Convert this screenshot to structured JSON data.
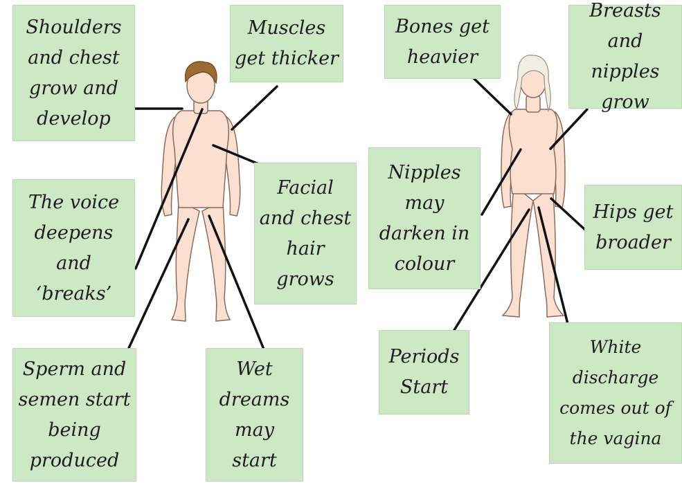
{
  "colors": {
    "label_fill": "#cde8c4",
    "label_border": "#b9d9ae",
    "skin": "#fbe0d2",
    "skin_outline": "#8a6a5a",
    "hair_boy": "#9c6b34",
    "hair_girl": "#f3eee4",
    "connector": "#111111"
  },
  "boy": {
    "shoulders": "Shoulders and chest grow and develop",
    "muscles": "Muscles get thicker",
    "voice": "The voice deepens and ‘breaks’",
    "facial": "Facial and chest hair grows",
    "sperm": "Sperm and semen start being produced",
    "wet_dreams": "Wet dreams may start"
  },
  "girl": {
    "bones": "Bones get heavier",
    "breasts": "Breasts and nipples grow",
    "nipples": "Nipples may darken in colour",
    "hips": "Hips get broader",
    "periods": "Periods Start",
    "discharge": "White discharge comes out of the vagina"
  }
}
